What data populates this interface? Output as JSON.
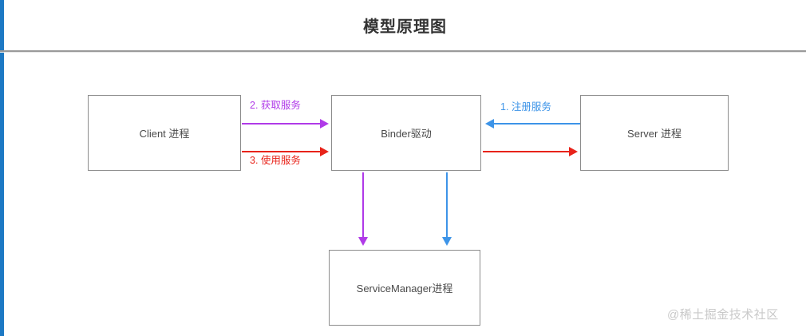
{
  "header": {
    "title": "模型原理图"
  },
  "colors": {
    "accent_bar": "#1d79c4",
    "purple_arrow": "#b03ae8",
    "red_arrow": "#e8231a",
    "blue_arrow": "#3d94e8",
    "box_border": "#8c8c8c",
    "box_text": "#4a4a4a",
    "title_text": "#333333",
    "watermark": "#c9c9c9"
  },
  "diagram": {
    "nodes": [
      {
        "id": "client",
        "label": "Client 进程"
      },
      {
        "id": "binder",
        "label": "Binder驱动"
      },
      {
        "id": "server",
        "label": "Server 进程"
      },
      {
        "id": "servicemanager",
        "label": "ServiceManager进程"
      }
    ],
    "edges": [
      {
        "id": "register",
        "label": "1. 注册服务",
        "from": "server",
        "to": "binder",
        "color": "#3d94e8",
        "direction": "left"
      },
      {
        "id": "get",
        "label": "2. 获取服务",
        "from": "client",
        "to": "binder",
        "color": "#b03ae8",
        "direction": "right"
      },
      {
        "id": "use",
        "label": "3. 使用服务",
        "from": "client",
        "to": "binder",
        "color": "#e8231a",
        "direction": "right"
      },
      {
        "id": "to-server",
        "label": "",
        "from": "binder",
        "to": "server",
        "color": "#e8231a",
        "direction": "right"
      },
      {
        "id": "down-purple",
        "label": "",
        "from": "binder",
        "to": "servicemanager",
        "color": "#b03ae8",
        "direction": "down"
      },
      {
        "id": "down-blue",
        "label": "",
        "from": "binder",
        "to": "servicemanager",
        "color": "#3d94e8",
        "direction": "down"
      }
    ]
  },
  "watermark": {
    "text": "@稀土掘金技术社区"
  }
}
